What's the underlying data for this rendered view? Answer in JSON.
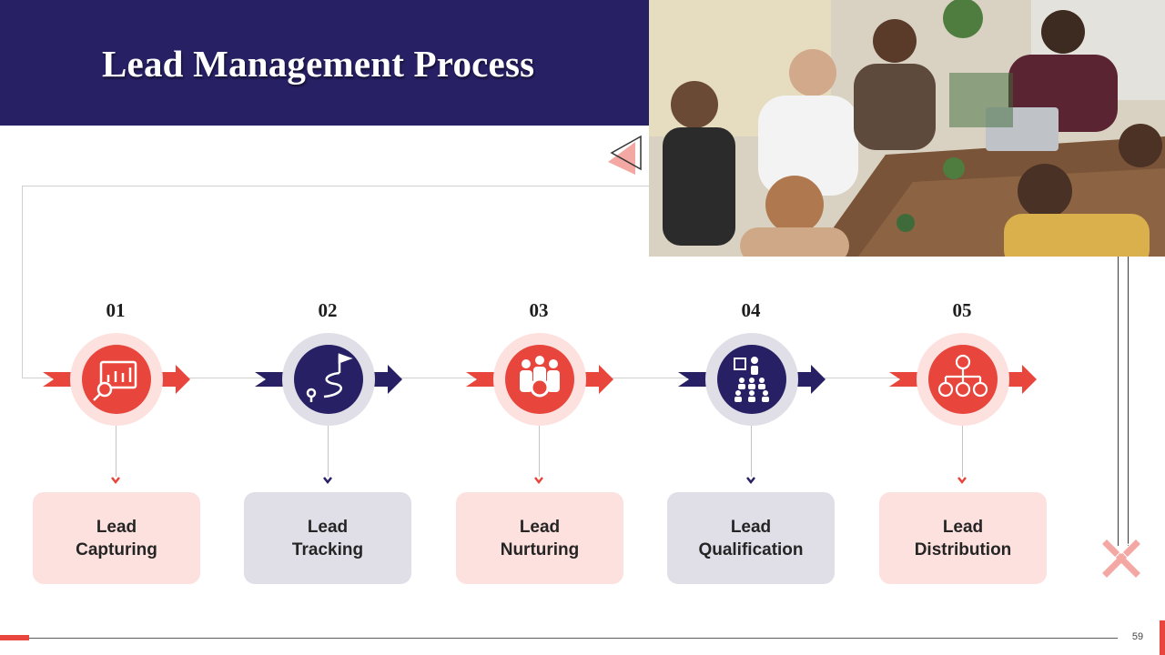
{
  "slide": {
    "title": "Lead Management Process",
    "page_number": "59"
  },
  "colors": {
    "navy": "#272064",
    "red": "#e8463c",
    "pink_light": "#fde1df",
    "grey_light": "#e0dfe7"
  },
  "photo": {
    "subject": "team-meeting-photo"
  },
  "steps": [
    {
      "number": "01",
      "label": "Lead\nCapturing",
      "theme": "red",
      "icon": "analytics-magnifier-icon"
    },
    {
      "number": "02",
      "label": "Lead\nTracking",
      "theme": "navy",
      "icon": "route-flag-icon"
    },
    {
      "number": "03",
      "label": "Lead\nNurturing",
      "theme": "red",
      "icon": "team-gear-icon"
    },
    {
      "number": "04",
      "label": "Lead\nQualification",
      "theme": "navy",
      "icon": "presenter-audience-icon"
    },
    {
      "number": "05",
      "label": "Lead\nDistribution",
      "theme": "red",
      "icon": "org-hierarchy-icon"
    }
  ]
}
